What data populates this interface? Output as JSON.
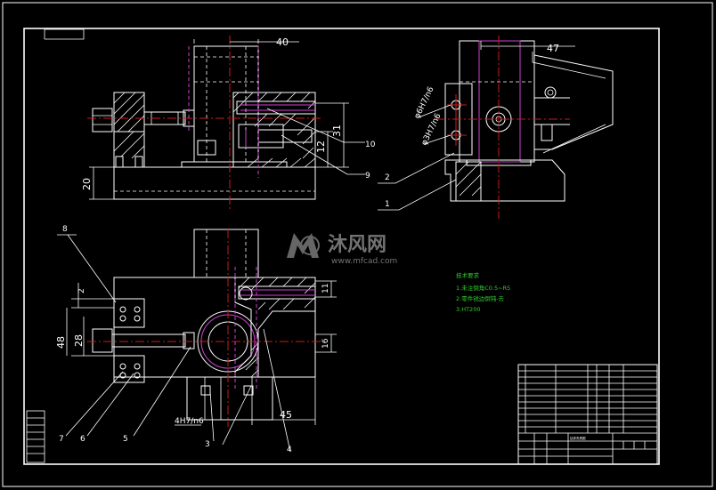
{
  "dimensions": {
    "d40": "40",
    "d47": "47",
    "d31": "31",
    "d12": "12",
    "d20": "20",
    "d2": "2",
    "d48": "48",
    "d28": "28",
    "d11": "11",
    "d16": "16",
    "d45": "45"
  },
  "fits": {
    "top_left_a": "φ6H7/n6",
    "top_left_b": "φ3H7/n6",
    "bottom_hole": "4H7/n6"
  },
  "part_numbers": {
    "p1": "1",
    "p2": "2",
    "p3": "3",
    "p4": "4",
    "p5": "5",
    "p6": "6",
    "p7": "7",
    "p8": "8",
    "p9": "9",
    "p10": "10"
  },
  "tech_notes": {
    "title": "技术要求",
    "items": [
      "1.未注倒角C0.5~R5",
      "2.零件锐边倒钝-去",
      "3.HT200"
    ]
  },
  "watermark": {
    "brand": "沐风网",
    "url": "www.mfcad.com"
  },
  "title_block": {
    "drawing_name": "钻床夹具图"
  },
  "colors": {
    "background": "#000000",
    "lines": "#ffffff",
    "centerline": "#d01818",
    "highlight": "#d040d0",
    "notes": "#33cc33"
  }
}
